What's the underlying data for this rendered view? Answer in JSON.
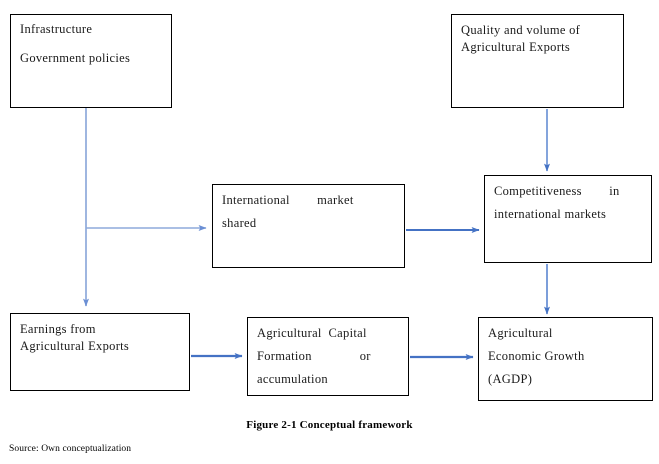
{
  "figure": {
    "caption": "Figure 2-1 Conceptual framework",
    "source": "Source: Own conceptualization",
    "accent_color": "#4472C4",
    "accent_color_light": "#8EAADB",
    "border_color": "#000000",
    "background_color": "#FFFFFF"
  },
  "chart_data": {
    "type": "diagram",
    "title": "Figure 2-1 Conceptual framework",
    "nodes": [
      {
        "id": "infrastructure",
        "lines": [
          "Infrastructure",
          "Government policies"
        ]
      },
      {
        "id": "quality",
        "lines": [
          "Quality and volume of",
          "Agricultural Exports"
        ]
      },
      {
        "id": "intl_market",
        "lines": [
          "International        market",
          "shared"
        ]
      },
      {
        "id": "competitiveness",
        "lines": [
          "Competitiveness        in",
          "international markets"
        ]
      },
      {
        "id": "earnings",
        "lines": [
          "Earnings from",
          "Agricultural Exports"
        ]
      },
      {
        "id": "capital",
        "lines": [
          "Agricultural  Capital",
          "Formation              or",
          "accumulation"
        ]
      },
      {
        "id": "agdp",
        "lines": [
          "Agricultural",
          "Economic Growth",
          "(AGDP)"
        ]
      }
    ],
    "edges": [
      {
        "from": "infrastructure",
        "to": "earnings",
        "style": "elbow-down"
      },
      {
        "from": "infrastructure",
        "to": "intl_market",
        "style": "elbow-right"
      },
      {
        "from": "quality",
        "to": "competitiveness",
        "style": "straight-down"
      },
      {
        "from": "intl_market",
        "to": "competitiveness",
        "style": "straight-right"
      },
      {
        "from": "competitiveness",
        "to": "agdp",
        "style": "straight-down"
      },
      {
        "from": "earnings",
        "to": "capital",
        "style": "straight-right"
      },
      {
        "from": "capital",
        "to": "agdp",
        "style": "straight-right"
      }
    ]
  },
  "nodes": {
    "infrastructure": {
      "line1": "Infrastructure",
      "line2": "Government policies"
    },
    "quality": {
      "line1": "Quality and volume of",
      "line2": "Agricultural Exports"
    },
    "intl_market": {
      "line1": "International        market",
      "line2": "shared"
    },
    "competitiveness": {
      "line1": "Competitiveness        in",
      "line2": "international markets"
    },
    "earnings": {
      "line1": "Earnings from",
      "line2": "Agricultural Exports"
    },
    "capital": {
      "line1": "Agricultural  Capital",
      "line2": "Formation              or",
      "line3": "accumulation"
    },
    "agdp": {
      "line1": "Agricultural",
      "line2": "Economic Growth",
      "line3": "(AGDP)"
    }
  }
}
